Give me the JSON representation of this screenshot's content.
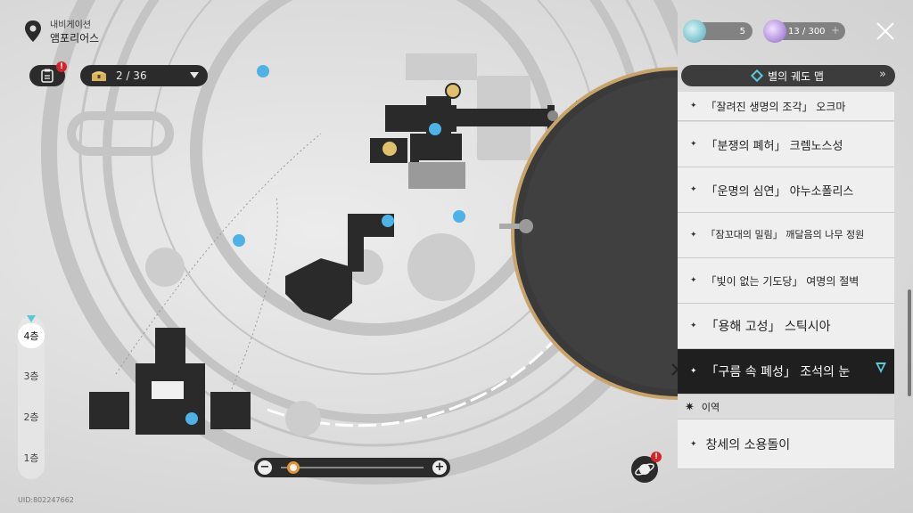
{
  "location": {
    "label": "내비게이션",
    "name": "앰포리어스"
  },
  "quest_badge": "!",
  "chest": {
    "count": "2 / 36"
  },
  "resources": [
    {
      "value": "5"
    },
    {
      "value": "13 / 300",
      "plus": "+"
    }
  ],
  "panel": {
    "title": "별의 궤도 맵",
    "items": [
      {
        "label": "「잘려진 생명의 조각」 오크마",
        "star": "✦"
      },
      {
        "label": "「분쟁의 폐허」 크렘노스성",
        "star": "✦"
      },
      {
        "label": "「운명의 심연」 야누소폴리스",
        "star": "✦"
      },
      {
        "label": "「잠꼬대의 밀림」 깨달음의 나무 정원",
        "star": "✦"
      },
      {
        "label": "「빛이 없는 기도당」 여명의 절벽",
        "star": "✦"
      },
      {
        "label": "「용해 고성」 스틱시아",
        "star": "✦"
      },
      {
        "label": "「구름 속 폐성」 조석의 눈",
        "star": "✦",
        "selected": true
      }
    ],
    "section_label": "이역",
    "section_items": [
      {
        "label": "창세의 소용돌이",
        "star": "✦"
      }
    ]
  },
  "floors": [
    "4층",
    "3층",
    "2층",
    "1층"
  ],
  "active_floor": "4층",
  "zoom": {
    "minus": "−",
    "plus": "+",
    "level": 0.05
  },
  "planet_badge": "!",
  "uid": "UID:802247662",
  "colors": {
    "accent": "#58c9d8",
    "badge": "#d8222a",
    "selected_row": "#1f1f1f",
    "slider_knob": "#e6922c"
  }
}
